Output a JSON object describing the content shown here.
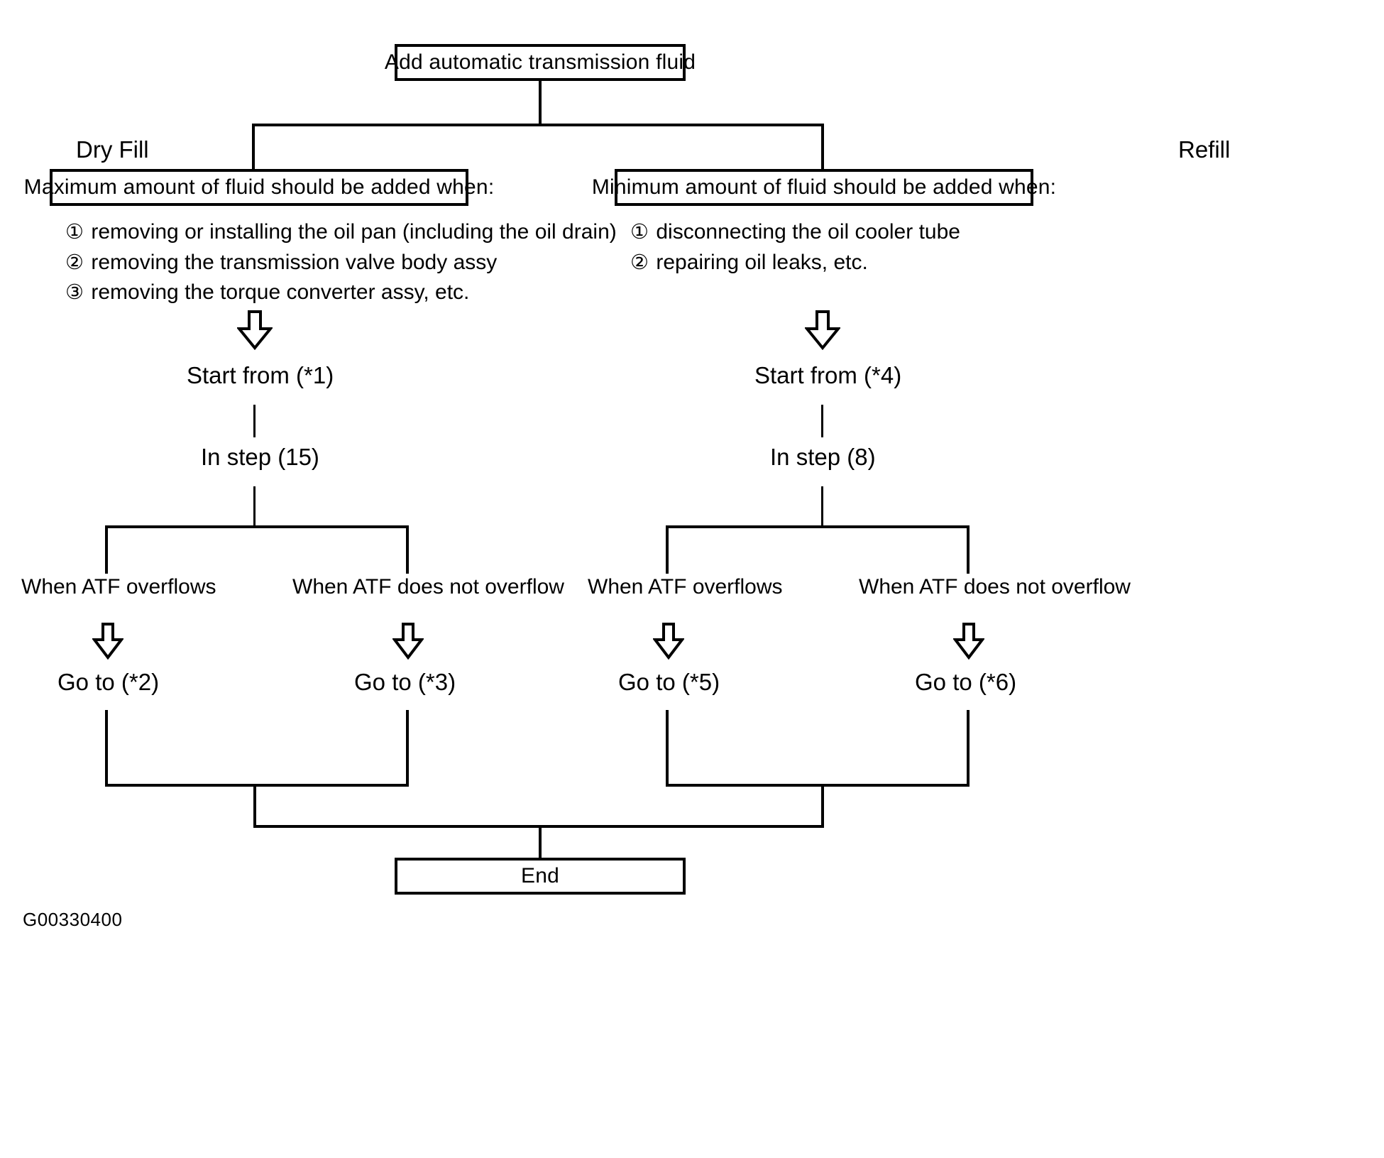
{
  "diagram": {
    "title_box": "Add automatic transmission fluid",
    "end_box": "End",
    "caption": "G00330400",
    "branches": [
      {
        "branch_label": "Dry Fill",
        "condition_box": "Maximum amount of fluid should be added when:",
        "items": [
          {
            "marker": "①",
            "text": "removing or installing the oil pan (including the oil drain)"
          },
          {
            "marker": "②",
            "text": "removing the transmission valve body assy"
          },
          {
            "marker": "③",
            "text": "removing the torque converter assy, etc."
          }
        ],
        "start_from": "Start from (*1)",
        "in_step": "In step (15)",
        "outcomes": [
          {
            "condition": "When ATF overflows",
            "action": "Go to (*2)"
          },
          {
            "condition": "When ATF does not overflow",
            "action": "Go to (*3)"
          }
        ]
      },
      {
        "branch_label": "Refill",
        "condition_box": "Minimum amount of fluid should be added when:",
        "items": [
          {
            "marker": "①",
            "text": "disconnecting the oil cooler tube"
          },
          {
            "marker": "②",
            "text": "repairing oil leaks, etc."
          }
        ],
        "start_from": "Start from (*4)",
        "in_step": "In step (8)",
        "outcomes": [
          {
            "condition": "When ATF overflows",
            "action": "Go to (*5)"
          },
          {
            "condition": "When ATF does not overflow",
            "action": "Go to (*6)"
          }
        ]
      }
    ],
    "colors": {
      "line": "#000000",
      "background": "#ffffff",
      "text": "#000000"
    }
  }
}
